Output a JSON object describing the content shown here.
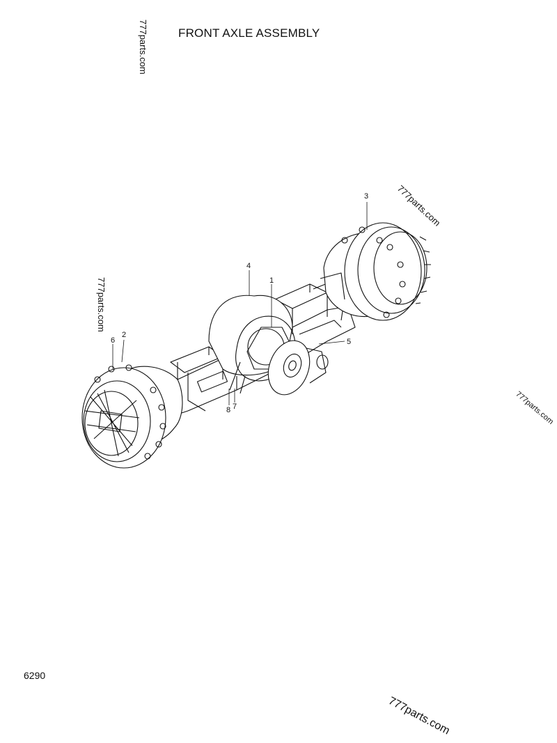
{
  "title": "FRONT AXLE ASSEMBLY",
  "page_number": "6290",
  "watermarks": [
    "777parts.com",
    "777parts.com",
    "777parts.com",
    "777parts.com",
    "777parts.com"
  ],
  "callouts": [
    "1",
    "2",
    "3",
    "4",
    "5",
    "6",
    "7",
    "8"
  ]
}
